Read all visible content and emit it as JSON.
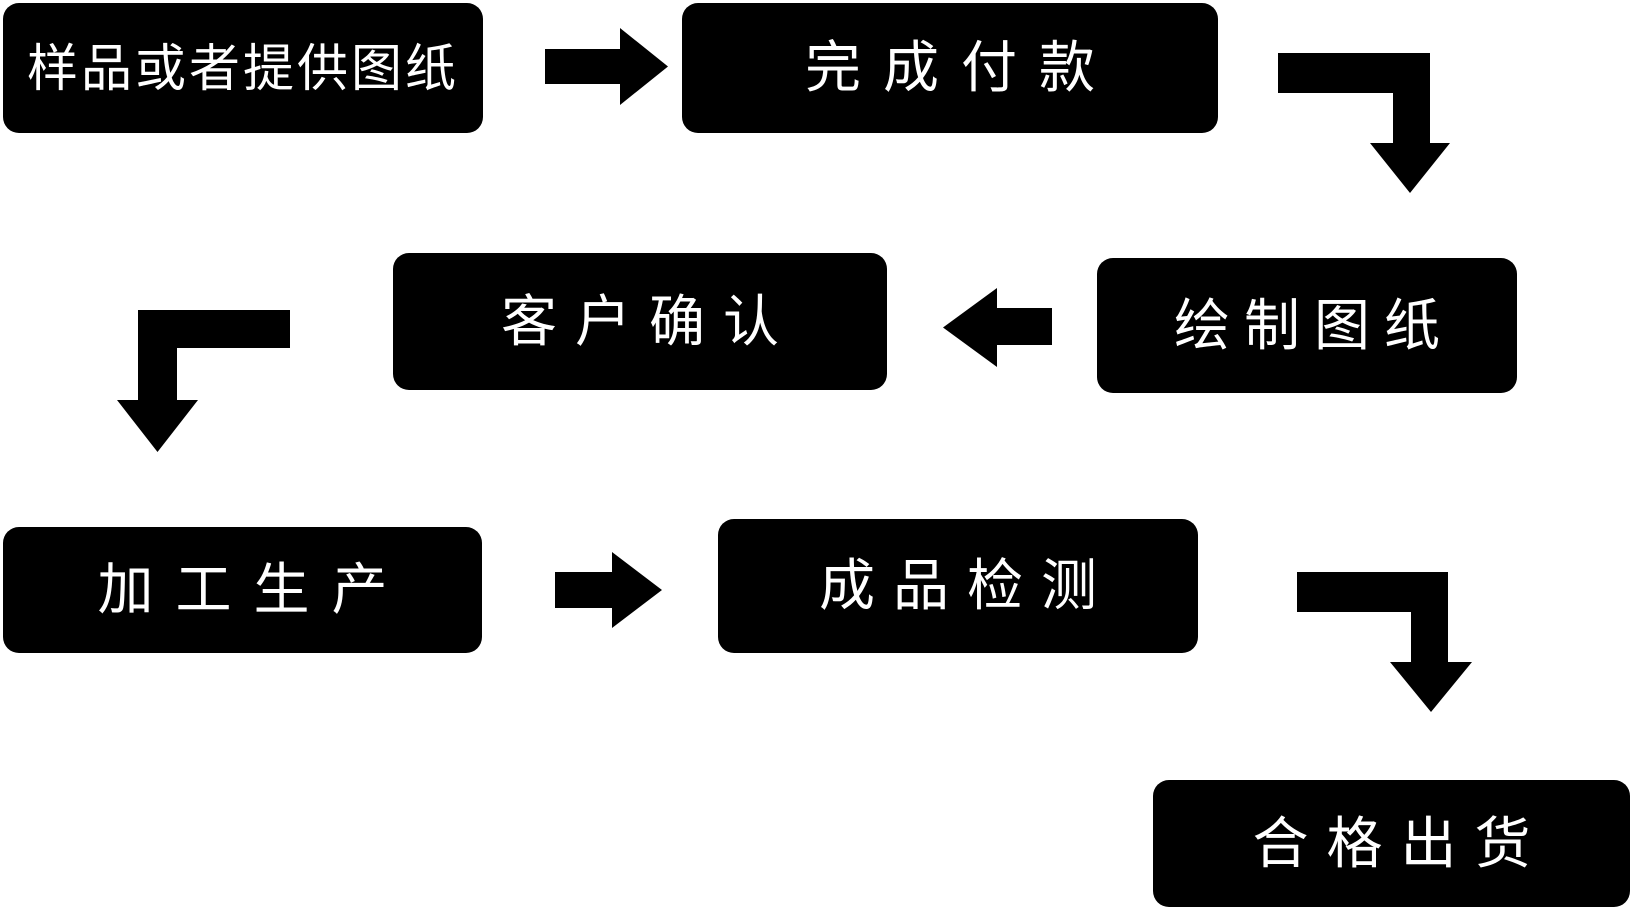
{
  "diagram": {
    "title": "production-process-flowchart",
    "background_color": "#ffffff",
    "node_fill_color": "#000000",
    "node_text_color": "#ffffff",
    "arrow_color": "#000000",
    "nodes": [
      {
        "id": "sample",
        "label": "样品或者提供图纸"
      },
      {
        "id": "payment",
        "label": "完成付款"
      },
      {
        "id": "draw",
        "label": "绘制图纸"
      },
      {
        "id": "confirm",
        "label": "客户确认"
      },
      {
        "id": "produce",
        "label": "加工生产"
      },
      {
        "id": "inspect",
        "label": "成品检测"
      },
      {
        "id": "ship",
        "label": "合格出货"
      }
    ],
    "edges": [
      {
        "from": "sample",
        "to": "payment",
        "shape": "straight-right-arrow"
      },
      {
        "from": "payment",
        "to": "draw",
        "shape": "elbow-right-then-down-arrow"
      },
      {
        "from": "draw",
        "to": "confirm",
        "shape": "straight-left-arrow"
      },
      {
        "from": "confirm",
        "to": "produce",
        "shape": "elbow-left-then-down-arrow"
      },
      {
        "from": "produce",
        "to": "inspect",
        "shape": "straight-right-arrow"
      },
      {
        "from": "inspect",
        "to": "ship",
        "shape": "elbow-right-then-down-arrow"
      }
    ]
  }
}
